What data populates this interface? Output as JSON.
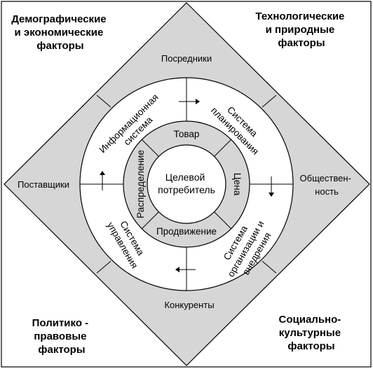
{
  "corners": {
    "top_left": [
      "Демографические",
      "и экономические",
      "факторы"
    ],
    "top_right": [
      "Технологические",
      "и природные",
      "факторы"
    ],
    "bottom_left": [
      "Политико -",
      "правовые",
      "факторы"
    ],
    "bottom_right": [
      "Социально-",
      "культурные",
      "факторы"
    ]
  },
  "sides": {
    "top": "Посредники",
    "left": "Поставщики",
    "right": [
      "Обществен-",
      "ность"
    ],
    "bottom": "Конкуренты"
  },
  "outer_ring": {
    "top_left": [
      "Информационная",
      "система"
    ],
    "top_right": [
      "Система",
      "планирования"
    ],
    "bottom_right": [
      "Система",
      "организации и",
      "внедрения"
    ],
    "bottom_left": [
      "Система",
      "управления"
    ]
  },
  "inner_ring": {
    "top": "Товар",
    "right": "Цена",
    "bottom": "Продвижение",
    "left": "Распределение"
  },
  "center": [
    "Целевой",
    "потребитель"
  ],
  "colors": {
    "shaded": "#d6d6d6",
    "line": "#000000",
    "background": "#ffffff"
  }
}
